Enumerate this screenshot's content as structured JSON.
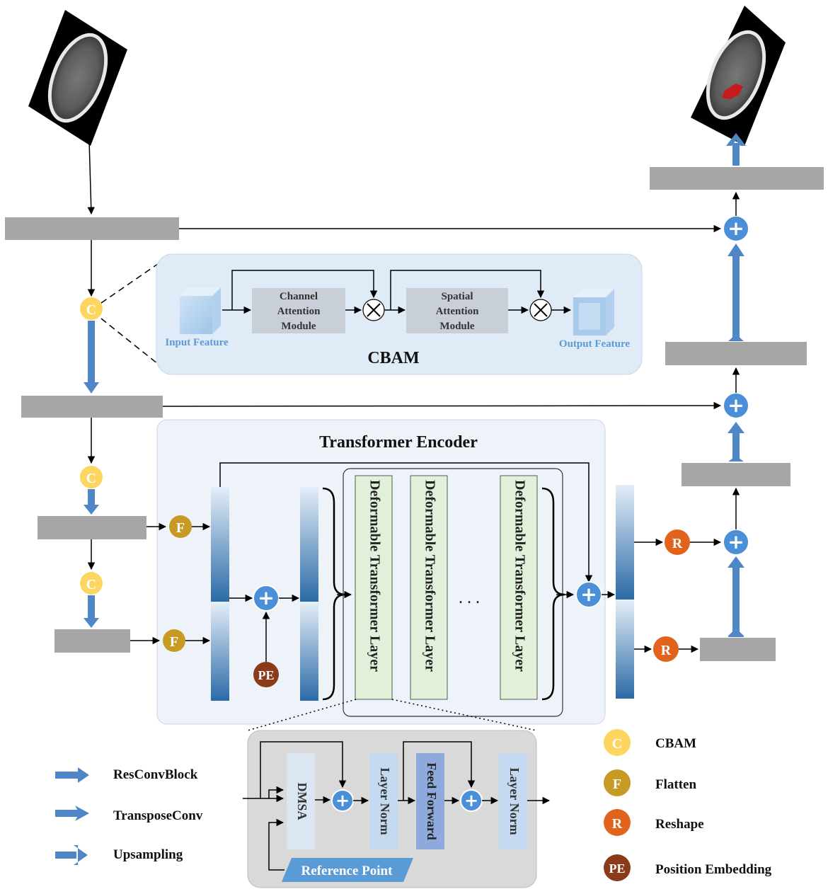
{
  "cbam": {
    "title": "CBAM",
    "channel_line1": "Channel",
    "channel_line2": "Attention",
    "channel_line3": "Module",
    "spatial_line1": "Spatial",
    "spatial_line2": "Attention",
    "spatial_line3": "Module",
    "input_label": "Input Feature",
    "output_label": "Output Feature"
  },
  "encoder": {
    "title": "Transformer Encoder",
    "layer_label": "Deformable Transformer Layer",
    "ellipsis": ". . ."
  },
  "detail": {
    "dmsa": "DMSA",
    "layer_norm": "Layer Norm",
    "feed_forward": "Feed Forward",
    "reference_point": "Reference Point"
  },
  "markers": {
    "cbam": "C",
    "flatten": "F",
    "reshape": "R",
    "pe": "PE",
    "plus": "+"
  },
  "legend": {
    "arrows": [
      {
        "label": "ResConvBlock"
      },
      {
        "label": "TransposeConv"
      },
      {
        "label": "Upsampling"
      }
    ],
    "symbols": [
      {
        "symbol": "C",
        "label": "CBAM",
        "color": "#fcd660"
      },
      {
        "symbol": "F",
        "label": "Flatten",
        "color": "#c79a24"
      },
      {
        "symbol": "R",
        "label": "Reshape",
        "color": "#e2641c"
      },
      {
        "symbol": "PE",
        "label": "Position Embedding",
        "color": "#8b3a1a"
      }
    ]
  },
  "colors": {
    "blue_arrow": "#4f86c6",
    "gray_block": "#a6a6a6",
    "plus_fill": "#4a90d9",
    "cbam_panel": "#dfebf7",
    "encoder_panel": "#eef3fa",
    "detail_panel": "#d9d9d9",
    "layer_fill": "#e2efd9"
  }
}
